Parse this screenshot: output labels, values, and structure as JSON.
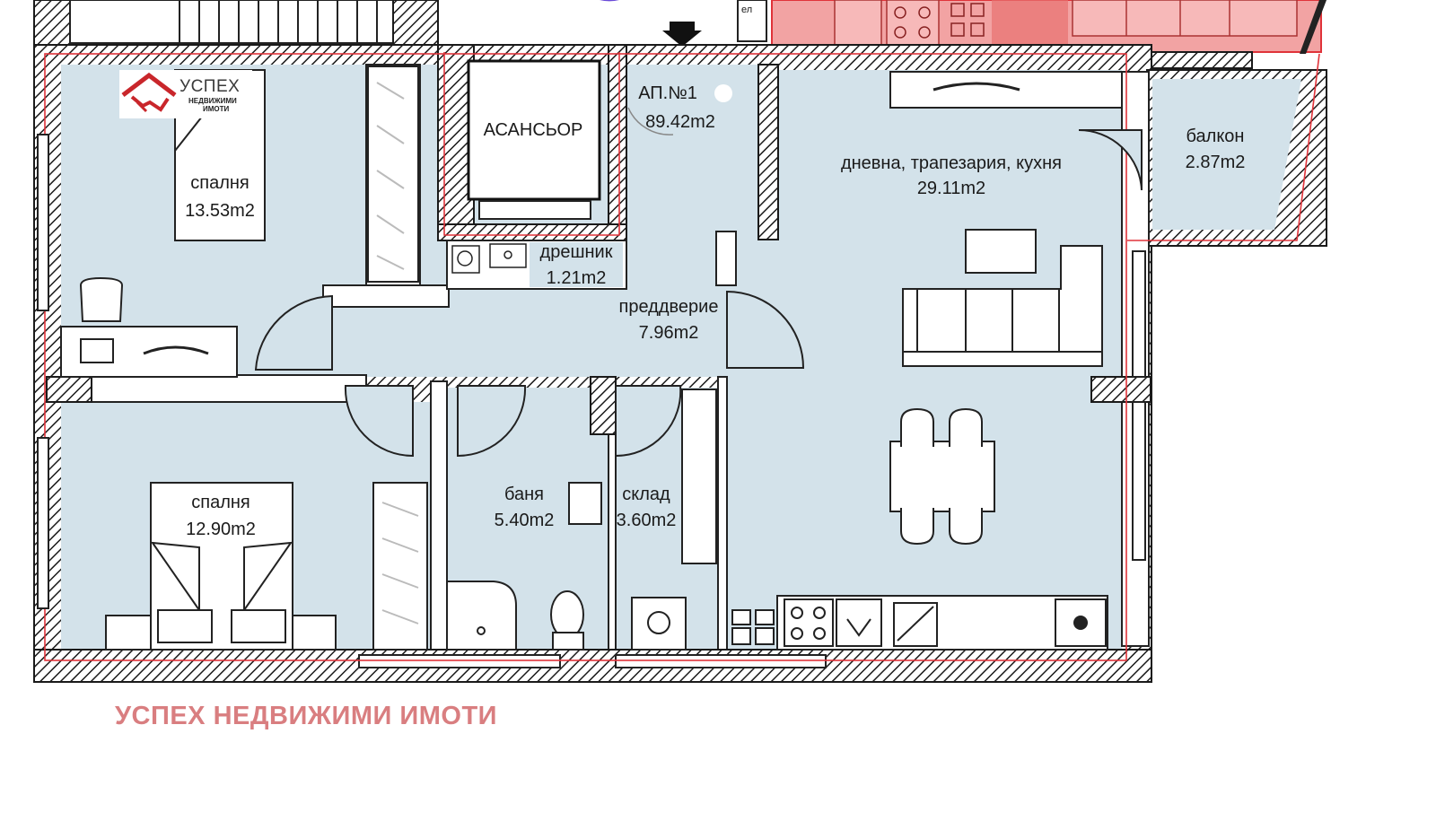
{
  "apartment": {
    "name": "АП.№1",
    "area": "89.42m2"
  },
  "rooms": [
    {
      "id": "bedroom1",
      "name": "спалня",
      "area": "13.53m2"
    },
    {
      "id": "elevator",
      "name": "АСАНСЬОР",
      "area": ""
    },
    {
      "id": "closet",
      "name": "дрешник",
      "area": "1.21m2"
    },
    {
      "id": "hall",
      "name": "преддверие",
      "area": "7.96m2"
    },
    {
      "id": "living",
      "name": "дневна, трапезария, кухня",
      "area": "29.11m2"
    },
    {
      "id": "balcony",
      "name": "балкон",
      "area": "2.87m2"
    },
    {
      "id": "bedroom2",
      "name": "спалня",
      "area": "12.90m2"
    },
    {
      "id": "bath",
      "name": "баня",
      "area": "5.40m2"
    },
    {
      "id": "storage",
      "name": "склад",
      "area": "3.60m2"
    }
  ],
  "top_partial_label": "ел",
  "logo": {
    "name": "УСПЕХ",
    "subtitle_line1": "НЕДВИЖИМИ",
    "subtitle_line2": "ИМОТИ"
  },
  "watermark": "УСПЕХ НЕДВИЖИМИ ИМОТИ",
  "colors": {
    "room_fill": "#d3e2ea",
    "highlight_red": "#e0333a",
    "watermark": "#d97e80"
  }
}
